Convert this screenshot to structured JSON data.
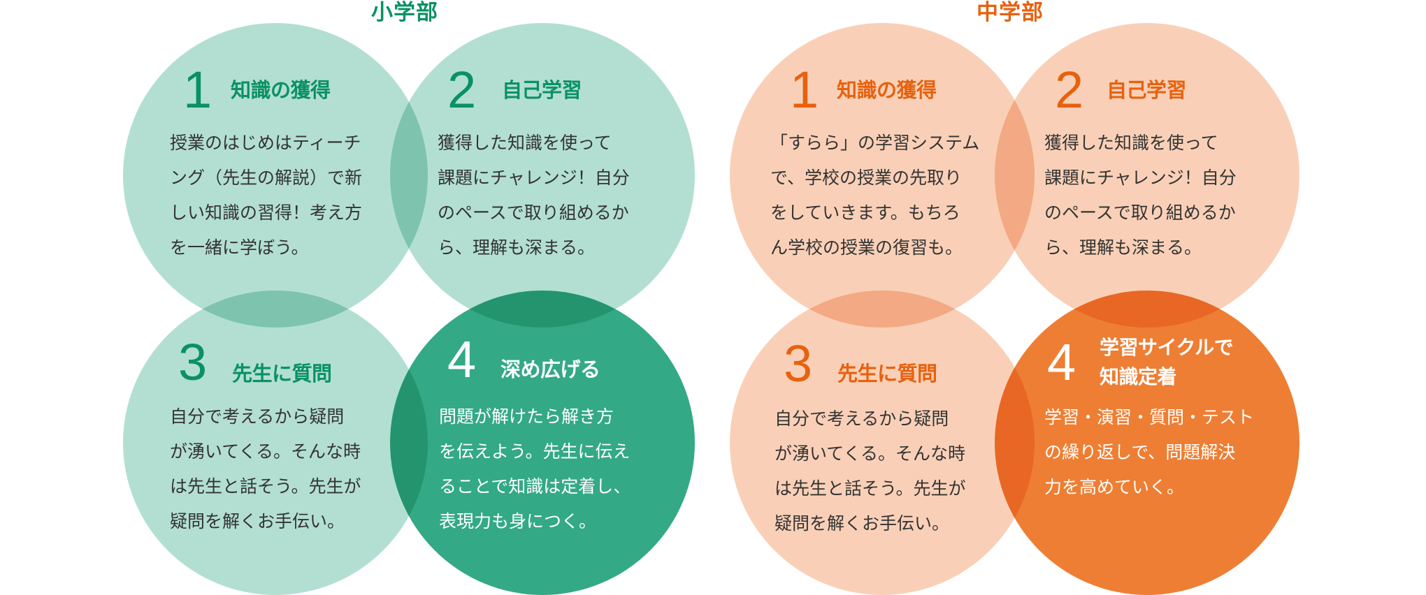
{
  "colors": {
    "green_heading": "#0A9163",
    "green_light": "#B3DFD3",
    "green_dark": "#33A985",
    "orange_heading": "#E8610E",
    "orange_light": "#F9D0B7",
    "orange_dark": "#EE7E33",
    "body_text": "#333333",
    "white_text": "#FFFFFF"
  },
  "elementary": {
    "title": "小学部",
    "steps": [
      {
        "number": "1",
        "heading": "知識の獲得",
        "lines": [
          "授業のはじめはティーチ",
          "ング（先生の解説）で新",
          "しい知識の習得！考え方",
          "を一緒に学ぼう。"
        ]
      },
      {
        "number": "2",
        "heading": "自己学習",
        "lines": [
          "獲得した知識を使って",
          "課題にチャレンジ！自分",
          "のペースで取り組めるか",
          "ら、理解も深まる。"
        ]
      },
      {
        "number": "3",
        "heading": "先生に質問",
        "lines": [
          "自分で考えるから疑問",
          "が湧いてくる。そんな時",
          "は先生と話そう。先生が",
          "疑問を解くお手伝い。"
        ]
      },
      {
        "number": "4",
        "heading": "深め広げる",
        "lines": [
          "問題が解けたら解き方",
          "を伝えよう。先生に伝え",
          "ることで知識は定着し、",
          "表現力も身につく。"
        ]
      }
    ]
  },
  "junior_high": {
    "title": "中学部",
    "steps": [
      {
        "number": "1",
        "heading": "知識の獲得",
        "lines": [
          "「すらら」の学習システム",
          "で、学校の授業の先取り",
          "をしていきます。もちろ",
          "ん学校の授業の復習も。"
        ]
      },
      {
        "number": "2",
        "heading": "自己学習",
        "lines": [
          "獲得した知識を使って",
          "課題にチャレンジ！自分",
          "のペースで取り組めるか",
          "ら、理解も深まる。"
        ]
      },
      {
        "number": "3",
        "heading": "先生に質問",
        "lines": [
          "自分で考えるから疑問",
          "が湧いてくる。そんな時",
          "は先生と話そう。先生が",
          "疑問を解くお手伝い。"
        ]
      },
      {
        "number": "4",
        "heading_lines": [
          "学習サイクルで",
          "知識定着"
        ],
        "lines": [
          "学習・演習・質問・テスト",
          "の繰り返しで、問題解決",
          "力を高めていく。"
        ]
      }
    ]
  }
}
